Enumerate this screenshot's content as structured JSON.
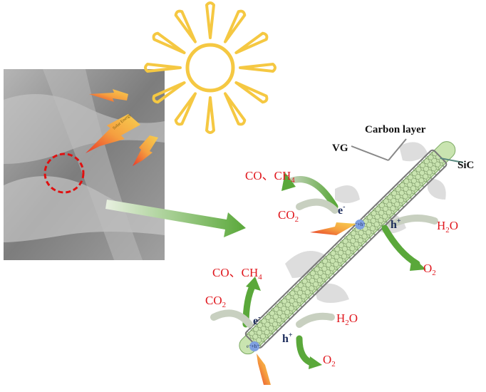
{
  "labels": {
    "carbon_layer": "Carbon layer",
    "vg": "VG",
    "sic": "SiC",
    "co_ch4_top": {
      "a": "CO",
      "sep": "、",
      "b": "CH",
      "b_sub": "4"
    },
    "co2_top": {
      "main": "CO",
      "sub": "2"
    },
    "h2o_top": {
      "main": "H",
      "sub": "2",
      "tail": "O"
    },
    "o2_top": {
      "main": "O",
      "sub": "2"
    },
    "co_ch4_bottom": {
      "a": "CO",
      "sep": "、",
      "b": "CH",
      "b_sub": "4"
    },
    "co2_bottom": {
      "main": "CO",
      "sub": "2"
    },
    "h2o_bottom": {
      "main": "H",
      "sub": "2",
      "tail": "O"
    },
    "o2_bottom": {
      "main": "O",
      "sub": "2"
    },
    "electron": {
      "main": "e",
      "sup": "-"
    },
    "hole": {
      "main": "h",
      "sup": "+"
    },
    "pair": "e⁻+h⁺",
    "solar_energy": "Solar Energy"
  },
  "colors": {
    "sun": "#f5c842",
    "product_text": "#e0181e",
    "arrow_green": "#5aa83a",
    "tube_green": "#a8d48a",
    "sem_gray": "#8a8a8a",
    "dashed_circle": "#e01010"
  }
}
